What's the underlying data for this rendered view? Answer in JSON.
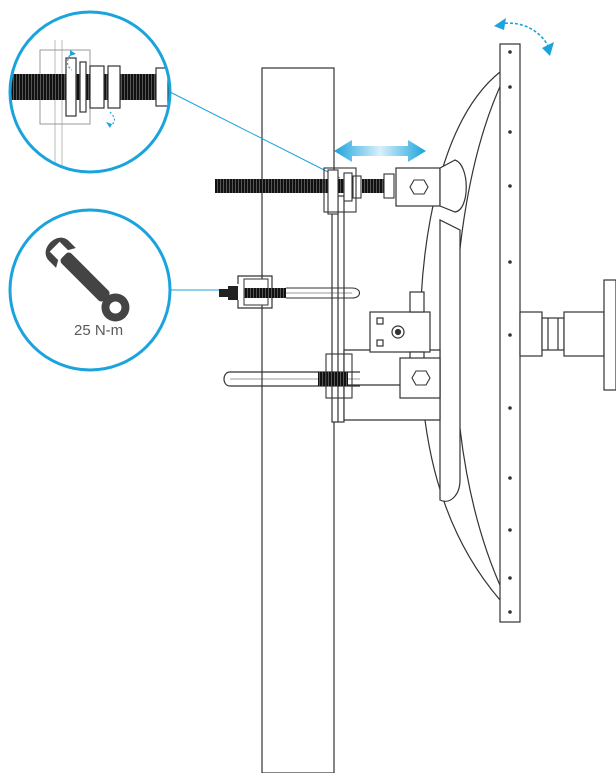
{
  "callouts": {
    "torque": {
      "label": "25 N-m",
      "icon": "wrench-icon"
    },
    "detail": {
      "subject": "threaded-rod-with-nuts-and-washers"
    }
  },
  "colors": {
    "accent": "#1aa3dc",
    "line": "#333333",
    "fill": "#ffffff"
  },
  "arrows": {
    "horizontal_adjust": "double-headed-arrow",
    "tilt_adjust": "curved-double-headed-arrow"
  }
}
